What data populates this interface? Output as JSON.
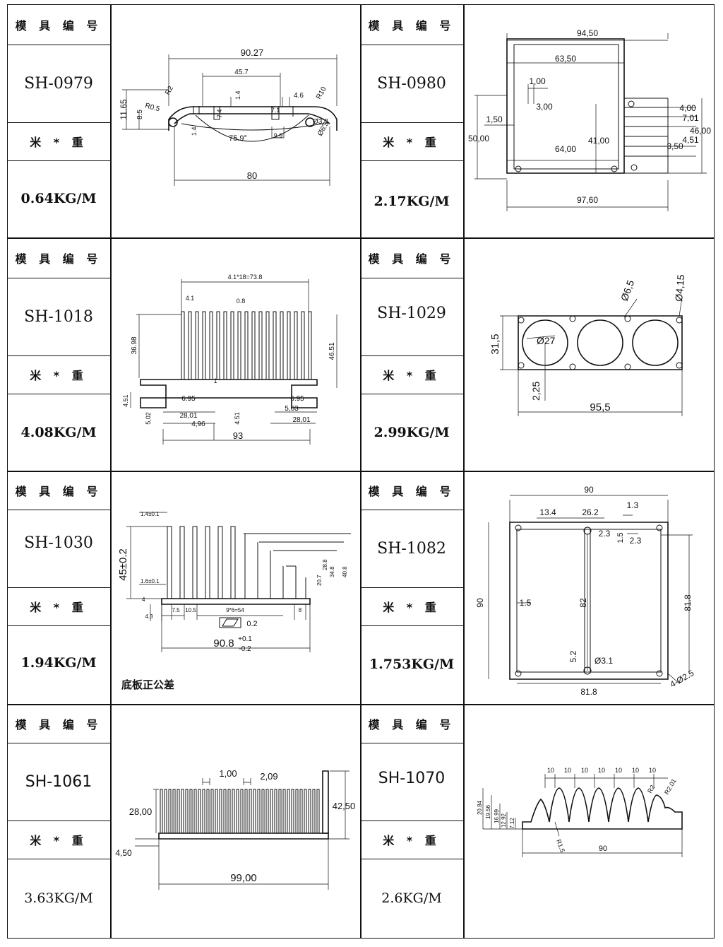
{
  "label_mold": "模 具 编 号",
  "label_weight": "米 * 重",
  "items": [
    {
      "code": "SH-0979",
      "weight": "0.64KG/M",
      "dims": [
        "90.27",
        "45.7",
        "11.65",
        "R0.5",
        "R2",
        "1.4",
        "4.6",
        "R10",
        "8.5",
        "7.4",
        "7.1",
        "Ø3.3",
        "1.4",
        "75.9°",
        "9.9",
        "Ø6.5",
        "80"
      ]
    },
    {
      "code": "SH-0980",
      "weight": "2.17KG/M",
      "dims": [
        "94,50",
        "63,50",
        "1,00",
        "3,00",
        "1,50",
        "50,00",
        "41,00",
        "64,00",
        "4,00",
        "7,01",
        "46,00",
        "3,50",
        "4,51",
        "97,60"
      ]
    },
    {
      "code": "SH-1018",
      "weight": "4.08KG/M",
      "dims": [
        "4.1*18=73.8",
        "4.1",
        "0.8",
        "36.98",
        "46.51",
        "1",
        "4.51",
        "6.95",
        "28,01",
        "4,96",
        "5,02",
        "4.51",
        "6.95",
        "5,03",
        "28,01",
        "93"
      ]
    },
    {
      "code": "SH-1029",
      "weight": "2.99KG/M",
      "dims": [
        "Ø6,5",
        "Ø4,15",
        "31,5",
        "Ø27",
        "2,25",
        "95,5"
      ]
    },
    {
      "code": "SH-1030",
      "weight": "1.94KG/M",
      "dims": [
        "1.4±0.1",
        "45±0.2",
        "1.6±0.1",
        "20.7",
        "28.8",
        "34.8",
        "40.8",
        "4",
        "7.5",
        "10.5",
        "9*6=54",
        "8",
        "4.3",
        "0.2",
        "90.8",
        "+0.1",
        "-0.2"
      ],
      "note": "底板正公差"
    },
    {
      "code": "SH-1082",
      "weight": "1.753KG/M",
      "dims": [
        "90",
        "13.4",
        "26.2",
        "1.3",
        "2.3",
        "1.5",
        "2.3",
        "90",
        "1.5",
        "82",
        "81.8",
        "5.2",
        "Ø3.1",
        "4-Ø2.5",
        "81.8"
      ]
    },
    {
      "code": "SH-1061",
      "weight": "3.63KG/M",
      "dims": [
        "1,00",
        "2,09",
        "28,00",
        "42,50",
        "4,50",
        "99,00"
      ]
    },
    {
      "code": "SH-1070",
      "weight": "2.6KG/M",
      "dims": [
        "10",
        "10",
        "10",
        "10",
        "10",
        "10",
        "10",
        "R2",
        "R2.01",
        "20.84",
        "19.56",
        "16.99",
        "12.92",
        "7.12",
        "R1.5",
        "90"
      ]
    }
  ]
}
